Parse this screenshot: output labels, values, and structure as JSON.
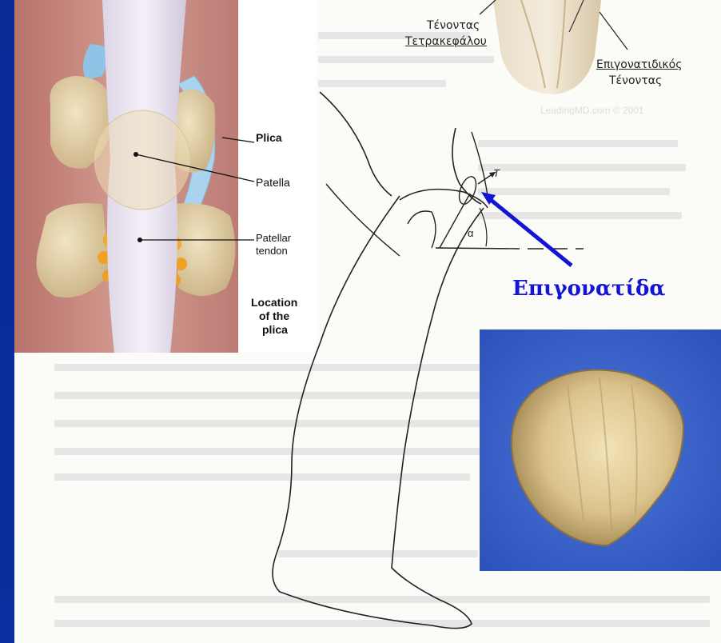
{
  "knee_diagram": {
    "plica_label": "Plica",
    "patella_label": "Patella",
    "patellar_tendon_label_line1": "Patellar",
    "patellar_tendon_label_line2": "tendon",
    "location_line1": "Location",
    "location_line2": "of the",
    "location_line3": "plica"
  },
  "top_illustration": {
    "quad_tendon_line1": "Τένοντας",
    "quad_tendon_line2": "Τετρακεφάλου",
    "patellar_tendon_line1": "Επιγονατιδικός",
    "patellar_tendon_line2": "Τένοντας",
    "watermark": "LeadingMD.com © 2001"
  },
  "leg_diagram": {
    "force_label": "T",
    "angle_label": "α"
  },
  "callout": {
    "label": "Επιγονατίδα",
    "color": "#1414d4"
  },
  "photo": {
    "background_color": "#2f58c3"
  }
}
